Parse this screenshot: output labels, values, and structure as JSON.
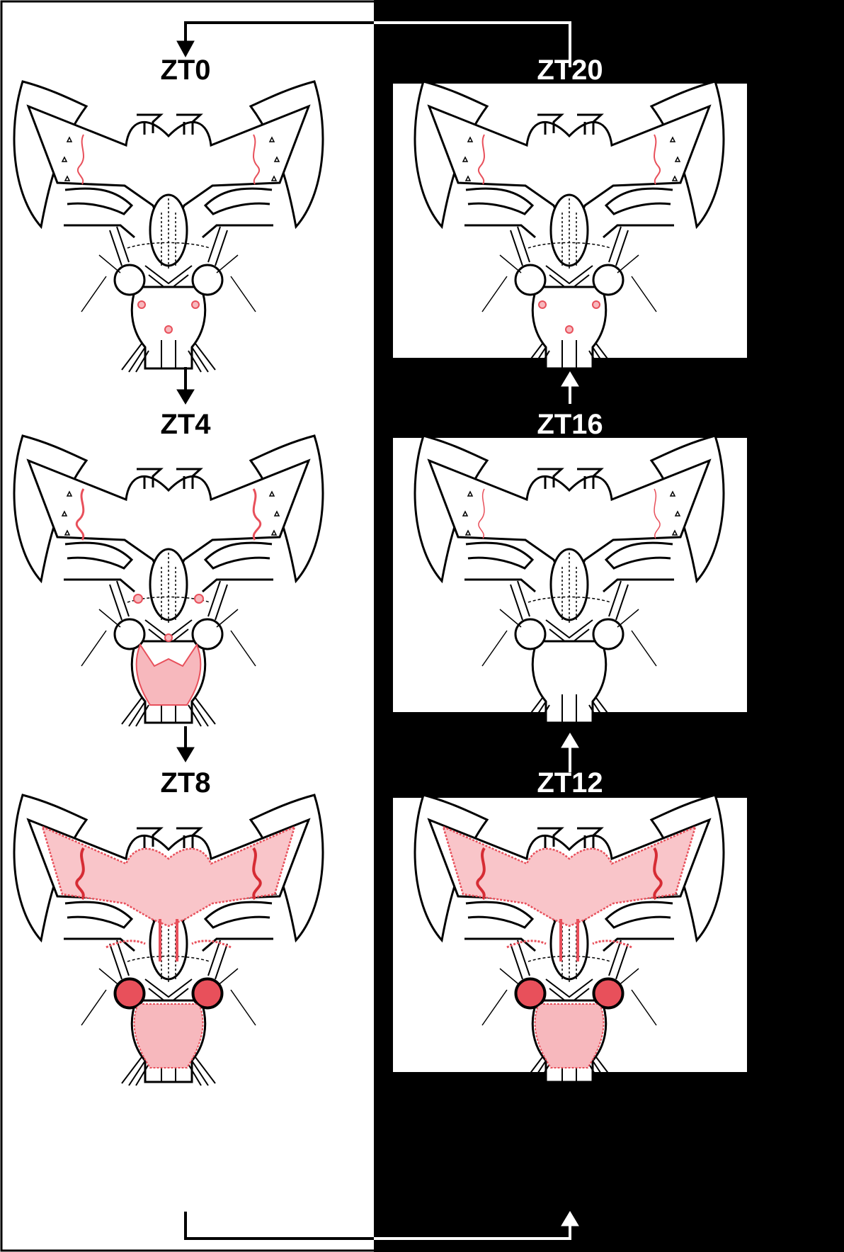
{
  "labels": {
    "zt0": "ZT0",
    "zt4": "ZT4",
    "zt8": "ZT8",
    "zt12": "ZT12",
    "zt16": "ZT16",
    "zt20": "ZT20"
  },
  "panels": [
    {
      "key": "zt0",
      "stain_level": 0.2
    },
    {
      "key": "zt4",
      "stain_level": 0.45
    },
    {
      "key": "zt8",
      "stain_level": 1.0
    },
    {
      "key": "zt12",
      "stain_level": 1.0
    },
    {
      "key": "zt16",
      "stain_level": 0.05
    },
    {
      "key": "zt20",
      "stain_level": 0.12
    }
  ],
  "colors": {
    "light_phase": "#ffffff",
    "dark_phase": "#000000",
    "outline": "#000000",
    "stain": "#e8505b",
    "stain_fill": "#f7b8bd"
  }
}
